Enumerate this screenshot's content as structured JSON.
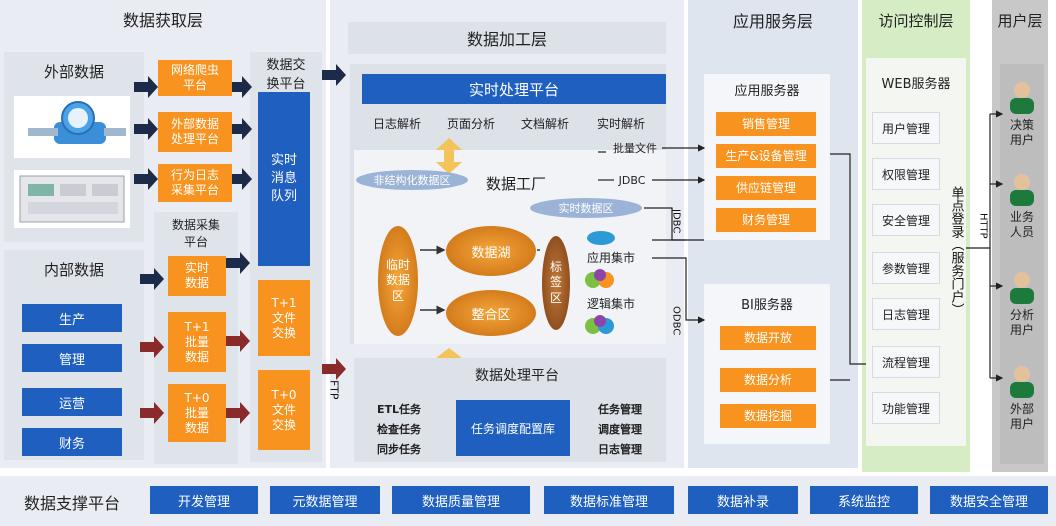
{
  "acquisition": {
    "title": "数据获取层",
    "external": {
      "title": "外部数据"
    },
    "internal": {
      "title": "内部数据",
      "items": [
        "生产",
        "管理",
        "运营",
        "财务"
      ]
    },
    "sources": [
      "网络爬虫\n平台",
      "外部数据\n处理平台",
      "行为日志\n采集平台"
    ],
    "collect_title": "数据采集\n平台",
    "collect_items": [
      "实时\n数据",
      "T+1\n批量\n数据",
      "T+0\n批量\n数据"
    ],
    "exchange_title": "数据交\n换平台",
    "queue": "实时\n消息\n队列",
    "t1_file": "T+1\n文件\n交换",
    "t0_file": "T+0\n文件\n交换",
    "ftp": "FTP"
  },
  "processing": {
    "title": "数据加工层",
    "realtime_title": "实时处理平台",
    "realtime_items": [
      "日志解析",
      "页面分析",
      "文档解析",
      "实时解析"
    ],
    "factory": "数据工厂",
    "unstructured": "非结构化数据区",
    "realtime_zone": "实时数据区",
    "temp_zone": "临时\n数据\n区",
    "lake": "数据湖",
    "integration": "整合区",
    "tag_zone": "标\n签\n区",
    "app_mart": "应用集市",
    "logic_mart": "逻辑集市",
    "batch_file": "批量文件",
    "jdbc": "JDBC",
    "jdbc_v": "JDBC",
    "odbc_v": "ODBC",
    "dp_title": "数据处理平台",
    "dp_left": [
      "ETL任务",
      "检查任务",
      "同步任务"
    ],
    "dp_center": "任务调度配置库",
    "dp_right": [
      "任务管理",
      "调度管理",
      "日志管理"
    ]
  },
  "app_service": {
    "title": "应用服务层",
    "app_server": "应用服务器",
    "app_items": [
      "销售管理",
      "生产&设备管理",
      "供应链管理",
      "财务管理"
    ],
    "bi_server": "BI服务器",
    "bi_items": [
      "数据开放",
      "数据分析",
      "数据挖掘"
    ]
  },
  "access": {
    "title": "访问控制层",
    "web_server": "WEB服务器",
    "items": [
      "用户管理",
      "权限管理",
      "安全管理",
      "参数管理",
      "日志管理",
      "流程管理",
      "功能管理"
    ],
    "sso": "单点登录（服务门户）",
    "http": "HTTP"
  },
  "users": {
    "title": "用户层",
    "items": [
      "决策\n用户",
      "业务\n人员",
      "分析\n用户",
      "外部\n用户"
    ]
  },
  "support": {
    "title": "数据支撑平台",
    "items": [
      "开发管理",
      "元数据管理",
      "数据质量管理",
      "数据标准管理",
      "数据补录",
      "系统监控",
      "数据安全管理"
    ]
  },
  "colors": {
    "blue": "#1f5fbf",
    "orange": "#f7931e",
    "panel": "#e9ecf2",
    "green": "#d6ecc4"
  }
}
